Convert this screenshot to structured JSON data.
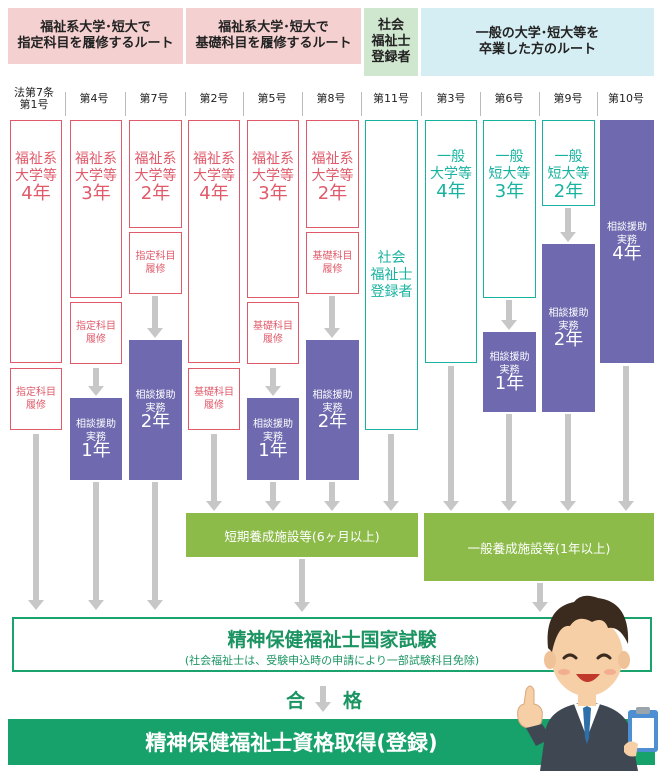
{
  "headers": {
    "route_a": "福祉系大学･短大で\n指定科目を履修するルート",
    "route_b": "福祉系大学･短大で\n基礎科目を履修するルート",
    "route_c": "社会\n福祉士\n登録者",
    "route_d": "一般の大学･短大等を\n卒業した方のルート"
  },
  "columns": [
    "法第7条\n第1号",
    "第4号",
    "第7号",
    "第2号",
    "第5号",
    "第8号",
    "第11号",
    "第3号",
    "第6号",
    "第9号",
    "第10号"
  ],
  "boxes": {
    "fukushi_univ_4": "福祉系\n大学等",
    "fukushi_univ_4_years": "4年",
    "fukushi_univ_3": "福祉系\n大学等",
    "fukushi_univ_3_years": "3年",
    "fukushi_univ_2": "福祉系\n大学等",
    "fukushi_univ_2_years": "2年",
    "shitei_kamoku": "指定科目\n履修",
    "kiso_kamoku": "基礎科目\n履修",
    "shakai_fukushishi": "社会\n福祉士\n登録者",
    "ippan_univ_4": "一般\n大学等",
    "ippan_univ_4_years": "4年",
    "ippan_tandai_3": "一般\n短大等",
    "ippan_tandai_3_years": "3年",
    "ippan_tandai_2": "一般\n短大等",
    "ippan_tandai_2_years": "2年",
    "soudan_jitsumu": "相談援助\n実務",
    "years_1": "1年",
    "years_2": "2年",
    "years_4": "4年"
  },
  "facilities": {
    "short_term": "短期養成施設等(6ヶ月以上)",
    "general": "一般養成施設等(1年以上)"
  },
  "exam": {
    "title": "精神保健福祉士国家試験",
    "note": "(社会福祉士は、受験申込時の申請により一部試験科目免除)"
  },
  "pass": {
    "char1": "合",
    "char2": "格"
  },
  "final": "精神保健福祉士資格取得(登録)",
  "colors": {
    "header_pink": "#f5d0d0",
    "header_green": "#cfe6cf",
    "header_blue": "#d5eef3",
    "red": "#e05a6a",
    "teal": "#18b3a0",
    "purple": "#6f6aaf",
    "facility_green": "#8dbb4a",
    "exam_green": "#18a26b"
  },
  "illustration": "businessman-with-clipboard"
}
